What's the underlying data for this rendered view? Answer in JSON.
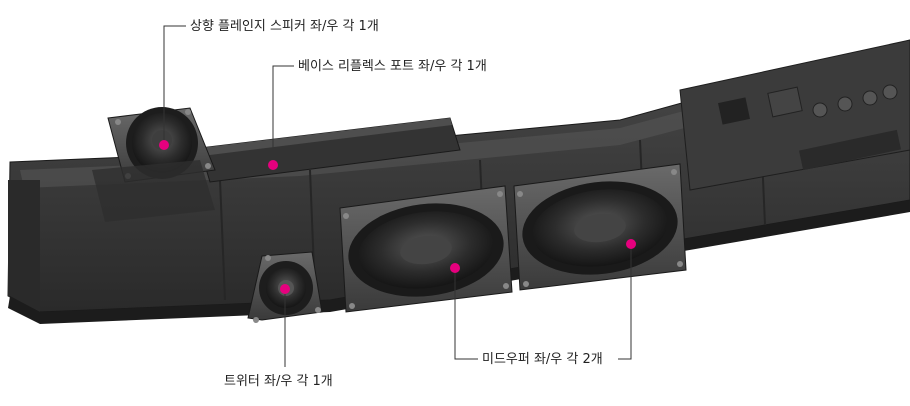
{
  "callouts": {
    "upfiring": "상향 플레인지 스피커 좌/우 각 1개",
    "bass_port": "베이스 리플렉스 포트 좌/우 각 1개",
    "tweeter": "트위터 좌/우 각 1개",
    "midwoofer": "미드우퍼 좌/우 각 2개"
  },
  "colors": {
    "marker": "#e6007e",
    "line": "#333333",
    "housing": "#3a3a3a",
    "housing_dark": "#222222"
  }
}
